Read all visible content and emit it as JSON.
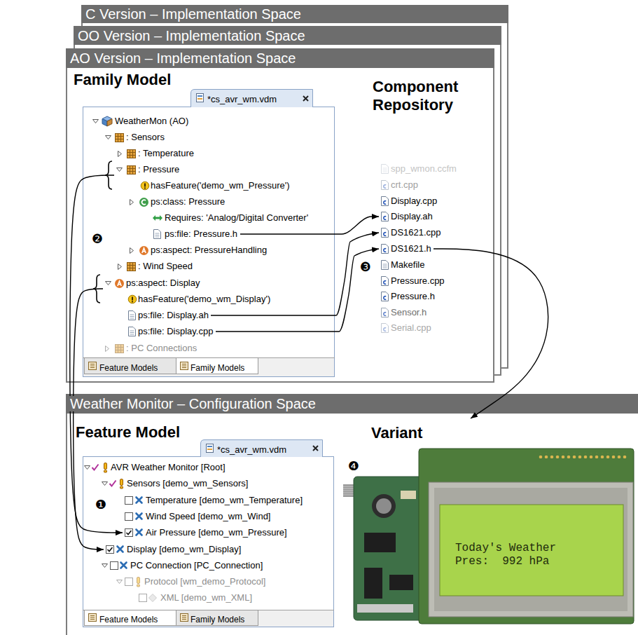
{
  "diagram": {
    "nodes": [
      {
        "text": [
          "C Version – Implementation Space"
        ]
      },
      {
        "text": [
          "OO Version – Implementation Space"
        ]
      },
      {
        "text": [
          "AO Version – Implementation Space"
        ]
      },
      {
        "text": [
          "Family Model",
          "*cs_avr_wm.vdm",
          "Feature Models",
          "Family Models"
        ],
        "in": 2
      },
      {
        "text": [
          "WeatherMon (AO)"
        ],
        "in": 3
      },
      {
        "text": [
          ": Sensors"
        ],
        "in": 3
      },
      {
        "text": [
          ": Temperature"
        ],
        "in": 3
      },
      {
        "text": [
          ": Pressure"
        ],
        "in": 3
      },
      {
        "text": [
          "hasFeature('demo_wm_Pressure')"
        ],
        "in": 3
      },
      {
        "text": [
          "ps:class: Pressure"
        ],
        "in": 3
      },
      {
        "text": [
          "Requires: 'Analog/Digital Converter'"
        ],
        "in": 3
      },
      {
        "text": [
          "ps:file: Pressure.h"
        ],
        "in": 3
      },
      {
        "text": [
          "ps:aspect: PressureHandling"
        ],
        "in": 3
      },
      {
        "text": [
          ": Wind Speed"
        ],
        "in": 3
      },
      {
        "text": [
          "ps:aspect: Display"
        ],
        "in": 3
      },
      {
        "text": [
          "hasFeature('demo_wm_Display')"
        ],
        "in": 3
      },
      {
        "text": [
          "ps:file: Display.ah"
        ],
        "in": 3
      },
      {
        "text": [
          "ps:file: Display.cpp"
        ],
        "in": 3
      },
      {
        "text": [
          ": PC Connections"
        ],
        "in": 3
      },
      {
        "text": [
          "spp_wmon.ccfm"
        ],
        "in": 2
      },
      {
        "text": [
          "crt.cpp"
        ],
        "in": 2
      },
      {
        "text": [
          "Display.cpp"
        ],
        "in": 2
      },
      {
        "text": [
          "Display.ah"
        ],
        "in": 2
      },
      {
        "text": [
          "DS1621.cpp"
        ],
        "in": 2
      },
      {
        "text": [
          "DS1621.h"
        ],
        "in": 2
      },
      {
        "text": [
          "Makefile"
        ],
        "in": 2
      },
      {
        "text": [
          "Pressure.cpp"
        ],
        "in": 2
      },
      {
        "text": [
          "Pressure.h"
        ],
        "in": 2
      },
      {
        "text": [
          "Sensor.h"
        ],
        "in": 2
      },
      {
        "text": [
          "Serial.cpp"
        ],
        "in": 2
      },
      {
        "text": [
          "Weather Monitor – Configuration Space"
        ]
      },
      {
        "text": [
          "Feature Model",
          "*cs_avr_wm.vdm",
          "Feature Models",
          "Family Models"
        ],
        "in": 30
      },
      {
        "text": [
          "AVR Weather Monitor [Root]"
        ],
        "in": 31
      },
      {
        "text": [
          "Sensors [demo_wm_Sensors]"
        ],
        "in": 31
      },
      {
        "text": [
          "Temperature [demo_wm_Temperature]"
        ],
        "in": 31
      },
      {
        "text": [
          "Wind Speed [demo_wm_Wind]"
        ],
        "in": 31
      },
      {
        "text": [
          "Air Pressure [demo_wm_Pressure]"
        ],
        "in": 31
      },
      {
        "text": [
          "Display [demo_wm_Display]"
        ],
        "in": 31
      },
      {
        "text": [
          "PC Connection [PC_Connection]"
        ],
        "in": 31
      },
      {
        "text": [
          "Protocol [wm_demo_Protocol]"
        ],
        "in": 31
      },
      {
        "text": [
          "XML [demo_wm_XML]"
        ],
        "in": 31
      },
      {
        "text": [
          "Variant"
        ],
        "in": 30
      }
    ],
    "edges": [
      {
        "from": 11,
        "to": 22,
        "arrow": "to"
      },
      {
        "from": 16,
        "to": 23,
        "arrow": "to"
      },
      {
        "from": 17,
        "to": 24,
        "arrow": "to"
      },
      {
        "from": 24,
        "to": 41,
        "arrow": "to"
      },
      {
        "from": 7,
        "to": 36,
        "arrow": "to"
      },
      {
        "from": 14,
        "to": 37,
        "arrow": "to"
      }
    ],
    "labels": [
      "Component Repository",
      "❷",
      "❸",
      "❶",
      "❹",
      "Today's Weather",
      "Pres:  992 hPa"
    ]
  }
}
